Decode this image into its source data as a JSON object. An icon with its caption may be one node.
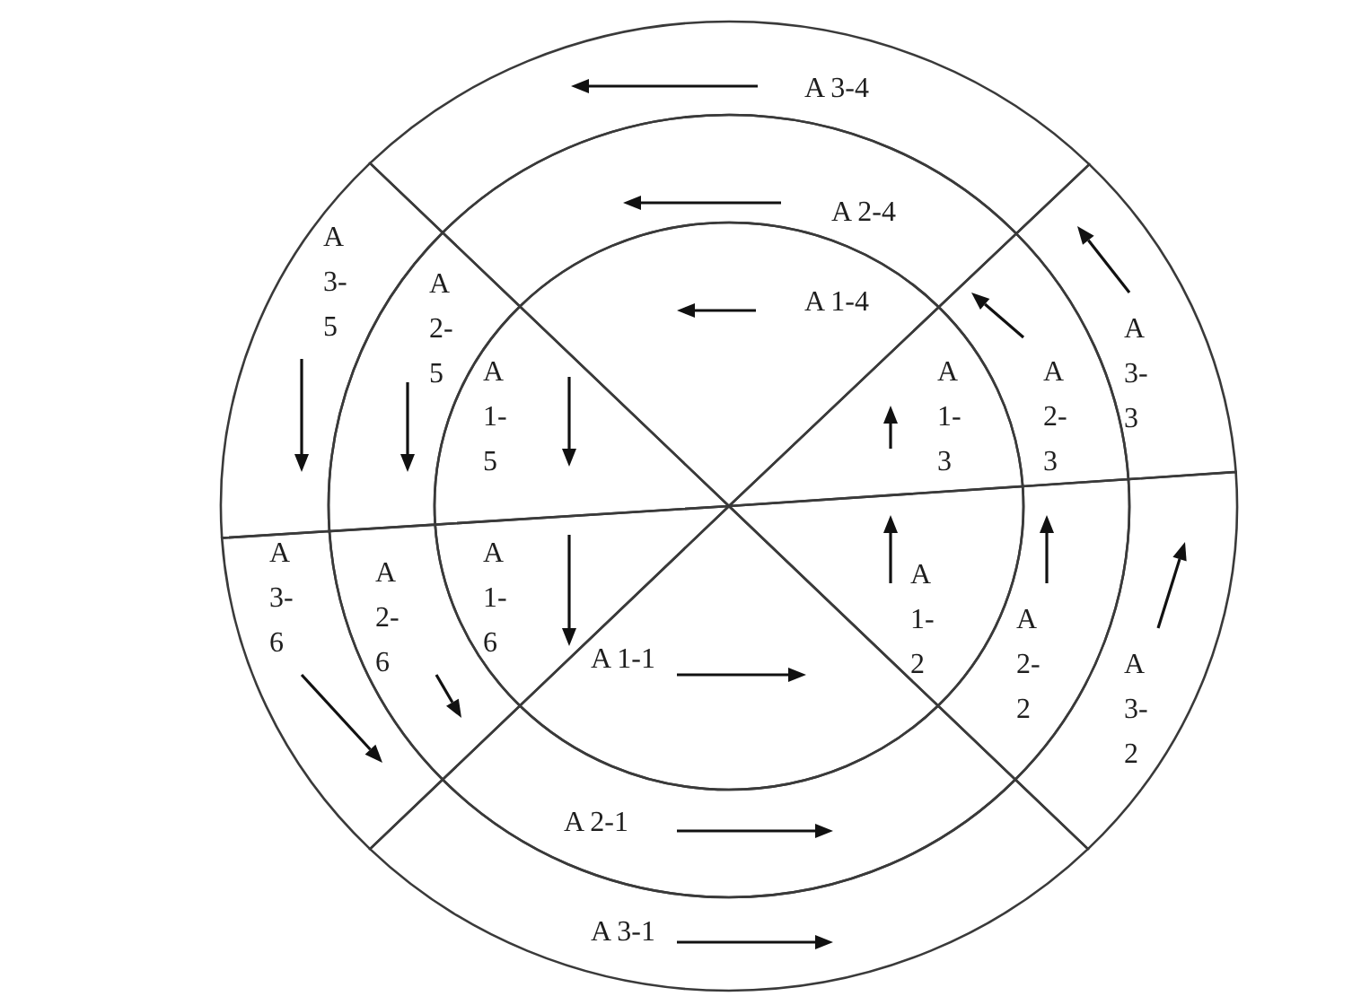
{
  "diagram": {
    "nodes": [
      {
        "text": [
          "A 1-1"
        ]
      },
      {
        "text": [
          "A 1-2"
        ]
      },
      {
        "text": [
          "A 1-3"
        ]
      },
      {
        "text": [
          "A 1-4"
        ]
      },
      {
        "text": [
          "A 1-5"
        ]
      },
      {
        "text": [
          "A 1-6"
        ]
      },
      {
        "text": [
          "A 2-1"
        ]
      },
      {
        "text": [
          "A 2-2"
        ]
      },
      {
        "text": [
          "A 2-3"
        ]
      },
      {
        "text": [
          "A 2-4"
        ]
      },
      {
        "text": [
          "A 2-5"
        ]
      },
      {
        "text": [
          "A 2-6"
        ]
      },
      {
        "text": [
          "A 3-1"
        ]
      },
      {
        "text": [
          "A 3-2"
        ]
      },
      {
        "text": [
          "A 3-3"
        ]
      },
      {
        "text": [
          "A 3-4"
        ]
      },
      {
        "text": [
          "A 3-5"
        ]
      },
      {
        "text": [
          "A 3-6"
        ]
      }
    ]
  }
}
